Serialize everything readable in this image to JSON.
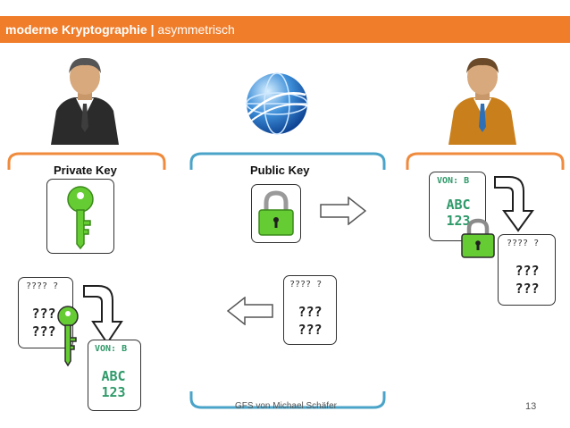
{
  "header": {
    "title": "moderne Kryptographie",
    "separator": " | ",
    "subtitle": "asymmetrisch"
  },
  "labels": {
    "private_key": "Private Key",
    "public_key": "Public Key"
  },
  "cipher": {
    "header": "???? ?",
    "line1": "???",
    "line2": "???"
  },
  "plain": {
    "sender": "VON: B",
    "line1": "ABC",
    "line2": "123"
  },
  "footer": {
    "author": "GFS von Michael Schäfer",
    "page": "13"
  },
  "colors": {
    "header": "#f07d2a",
    "bracket_orange": "#f08a3c",
    "bracket_blue": "#4aa3c8",
    "key_green": "#66cc33",
    "plain_text": "#2f9a6a"
  }
}
